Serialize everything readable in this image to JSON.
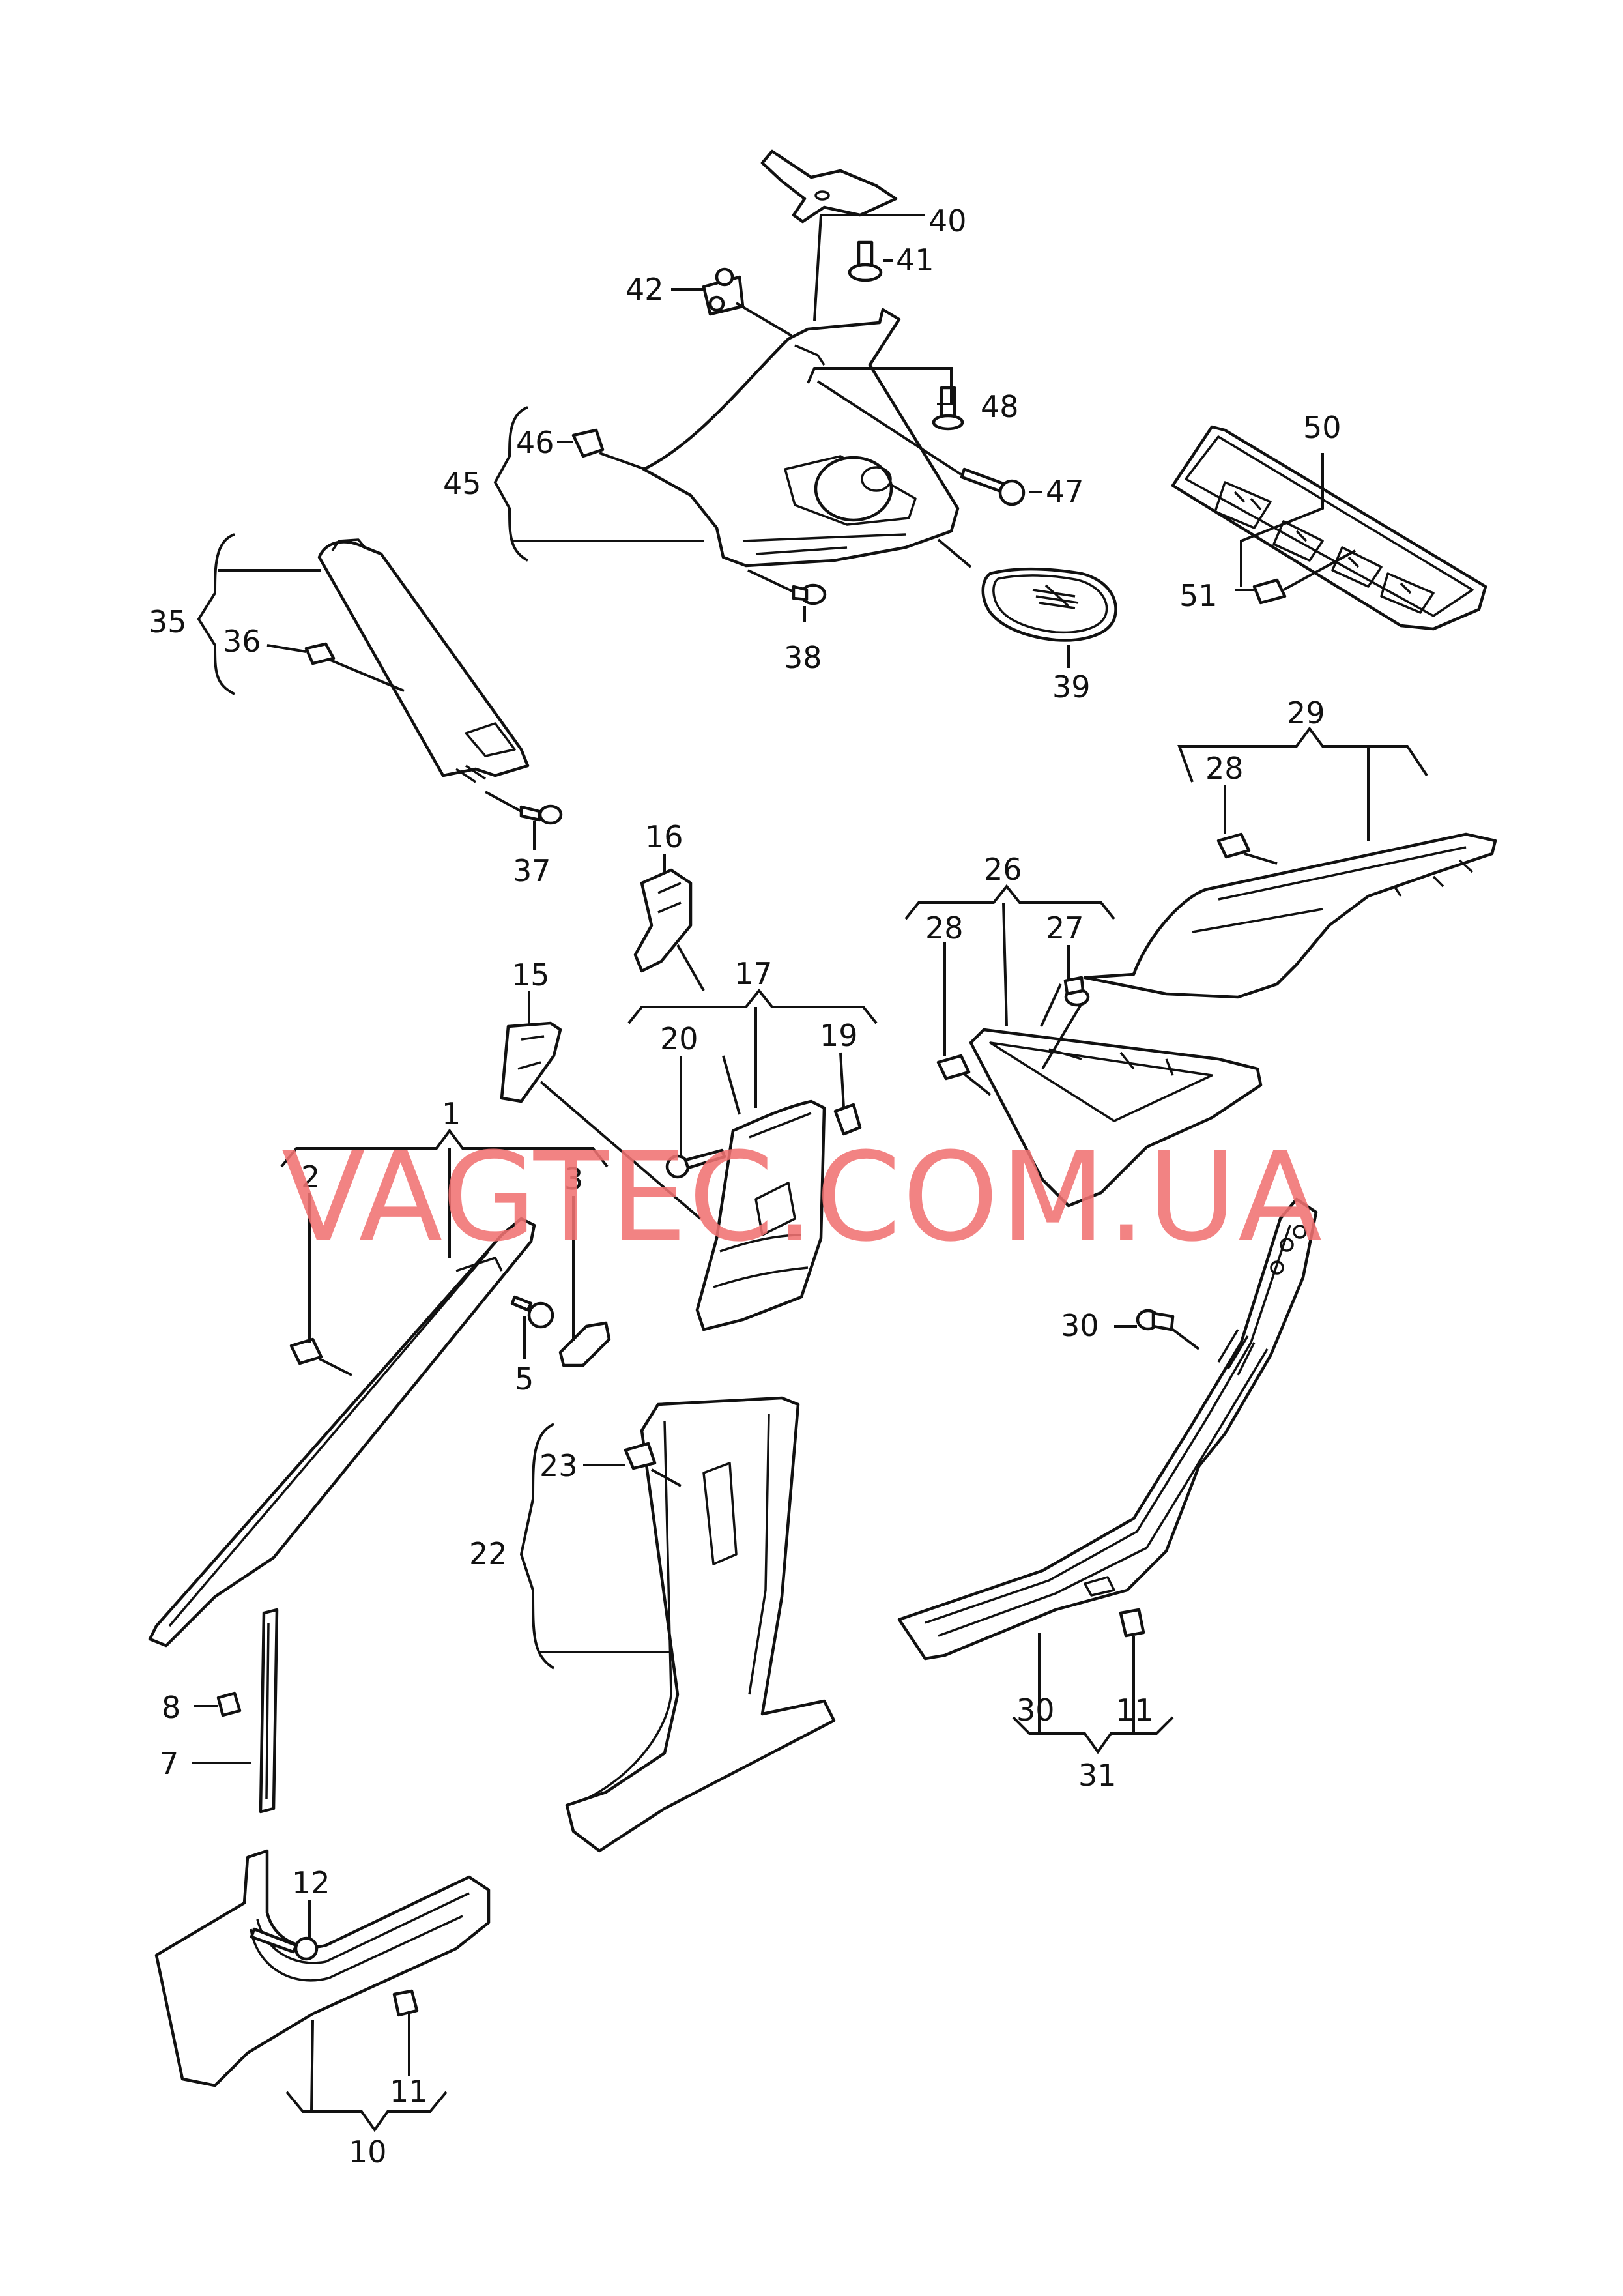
{
  "watermark": "VAGTEC.COM.UA",
  "labels": {
    "l1": "1",
    "l2": "2",
    "l3": "3",
    "l5": "5",
    "l7": "7",
    "l8": "8",
    "l10": "10",
    "l11a": "11",
    "l11b": "11",
    "l12": "12",
    "l15": "15",
    "l16": "16",
    "l17": "17",
    "l19": "19",
    "l20": "20",
    "l22": "22",
    "l23": "23",
    "l26": "26",
    "l27": "27",
    "l28a": "28",
    "l28b": "28",
    "l29": "29",
    "l30a": "30",
    "l30b": "30",
    "l31": "31",
    "l35": "35",
    "l36": "36",
    "l37": "37",
    "l38": "38",
    "l39": "39",
    "l40": "40",
    "l41": "41",
    "l42": "42",
    "l45": "45",
    "l46": "46",
    "l47": "47",
    "l48": "48",
    "l50": "50",
    "l51": "51"
  }
}
